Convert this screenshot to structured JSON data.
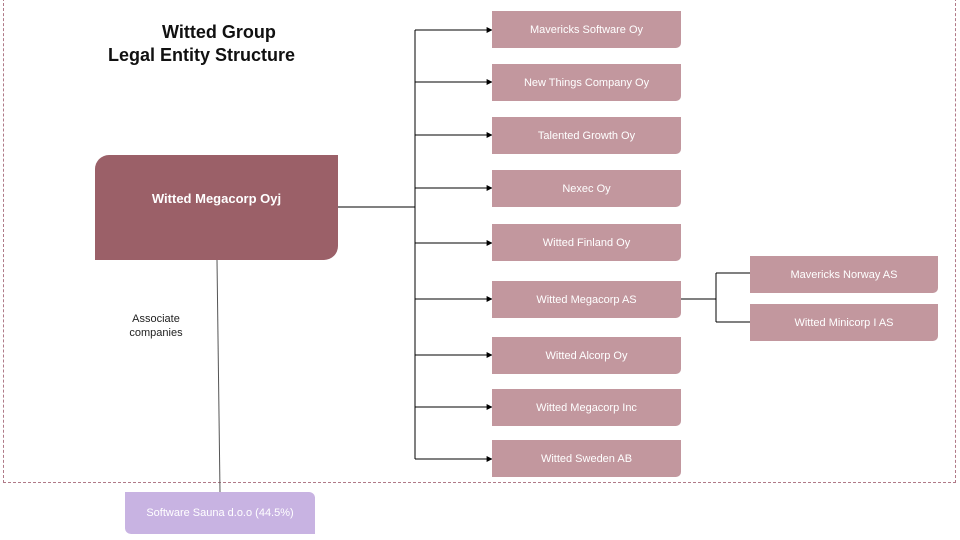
{
  "title": {
    "line1": "Witted Group",
    "line2": "Legal Entity Structure"
  },
  "parent": {
    "label": "Witted Megacorp Oyj"
  },
  "subsidiaries": [
    {
      "label": "Mavericks Software Oy"
    },
    {
      "label": "New Things Company Oy"
    },
    {
      "label": "Talented Growth Oy"
    },
    {
      "label": "Nexec Oy"
    },
    {
      "label": "Witted Finland Oy"
    },
    {
      "label": "Witted Megacorp AS"
    },
    {
      "label": "Witted Alcorp Oy"
    },
    {
      "label": "Witted Megacorp Inc"
    },
    {
      "label": "Witted Sweden AB"
    }
  ],
  "norway_subsidiaries": [
    {
      "label": "Mavericks Norway AS"
    },
    {
      "label": "Witted Minicorp I AS"
    }
  ],
  "associates": {
    "label": "Associate companies",
    "company": "Software Sauna d.o.o (44.5%)"
  },
  "colors": {
    "parent": "#9b6068",
    "subsidiary": "#c2979e",
    "associate": "#c8b3e2",
    "frame": "#b07a88"
  }
}
